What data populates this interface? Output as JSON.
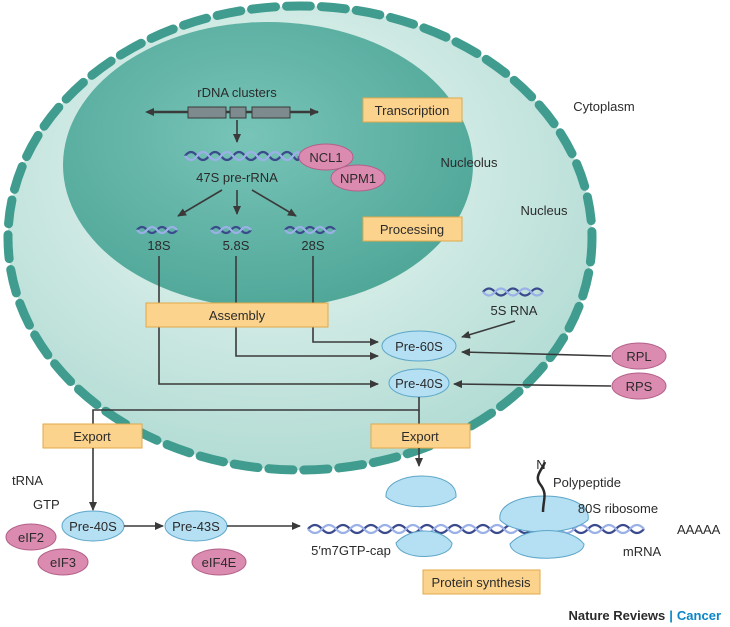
{
  "labels": {
    "rdna": "rDNA clusters",
    "pre47s": "47S pre-rRNA",
    "ncl1": "NCL1",
    "npm1": "NPM1",
    "nucleolus": "Nucleolus",
    "cytoplasm": "Cytoplasm",
    "nucleus": "Nucleus",
    "transcription": "Transcription",
    "processing": "Processing",
    "r18s": "18S",
    "r58s": "5.8S",
    "r28s": "28S",
    "assembly": "Assembly",
    "r5s": "5S RNA",
    "pre60s": "Pre-60S",
    "pre40s": "Pre-40S",
    "rpl": "RPL",
    "rps": "RPS",
    "export_left": "Export",
    "export_right": "Export",
    "trna": "tRNA",
    "gtp": "GTP",
    "eif2": "eIF2",
    "eif3": "eIF3",
    "pre40s_cyto": "Pre-40S",
    "pre43s": "Pre-43S",
    "eif4e": "eIF4E",
    "cap": "5′m7GTP-cap",
    "n_term": "N",
    "polypeptide": "Polypeptide",
    "ribosome80s": "80S ribosome",
    "polya": "AAAAA",
    "mrna": "mRNA",
    "protein_synthesis": "Protein synthesis",
    "journal": "Nature Reviews",
    "separator": "|",
    "journal_section": "Cancer"
  },
  "colors": {
    "nucleus_fill": "#cfe9e4",
    "nucleus_border": "#3f9c8e",
    "nucleolus_fill": "#5fb3a6",
    "label_box": "#fbd38d",
    "protein_pink": "#dc8bb0",
    "subunit_blue": "#b5dff2",
    "rna_dark": "#3b4a8c",
    "rna_light": "#9bb0e6",
    "journal_accent": "#0a85c7"
  }
}
